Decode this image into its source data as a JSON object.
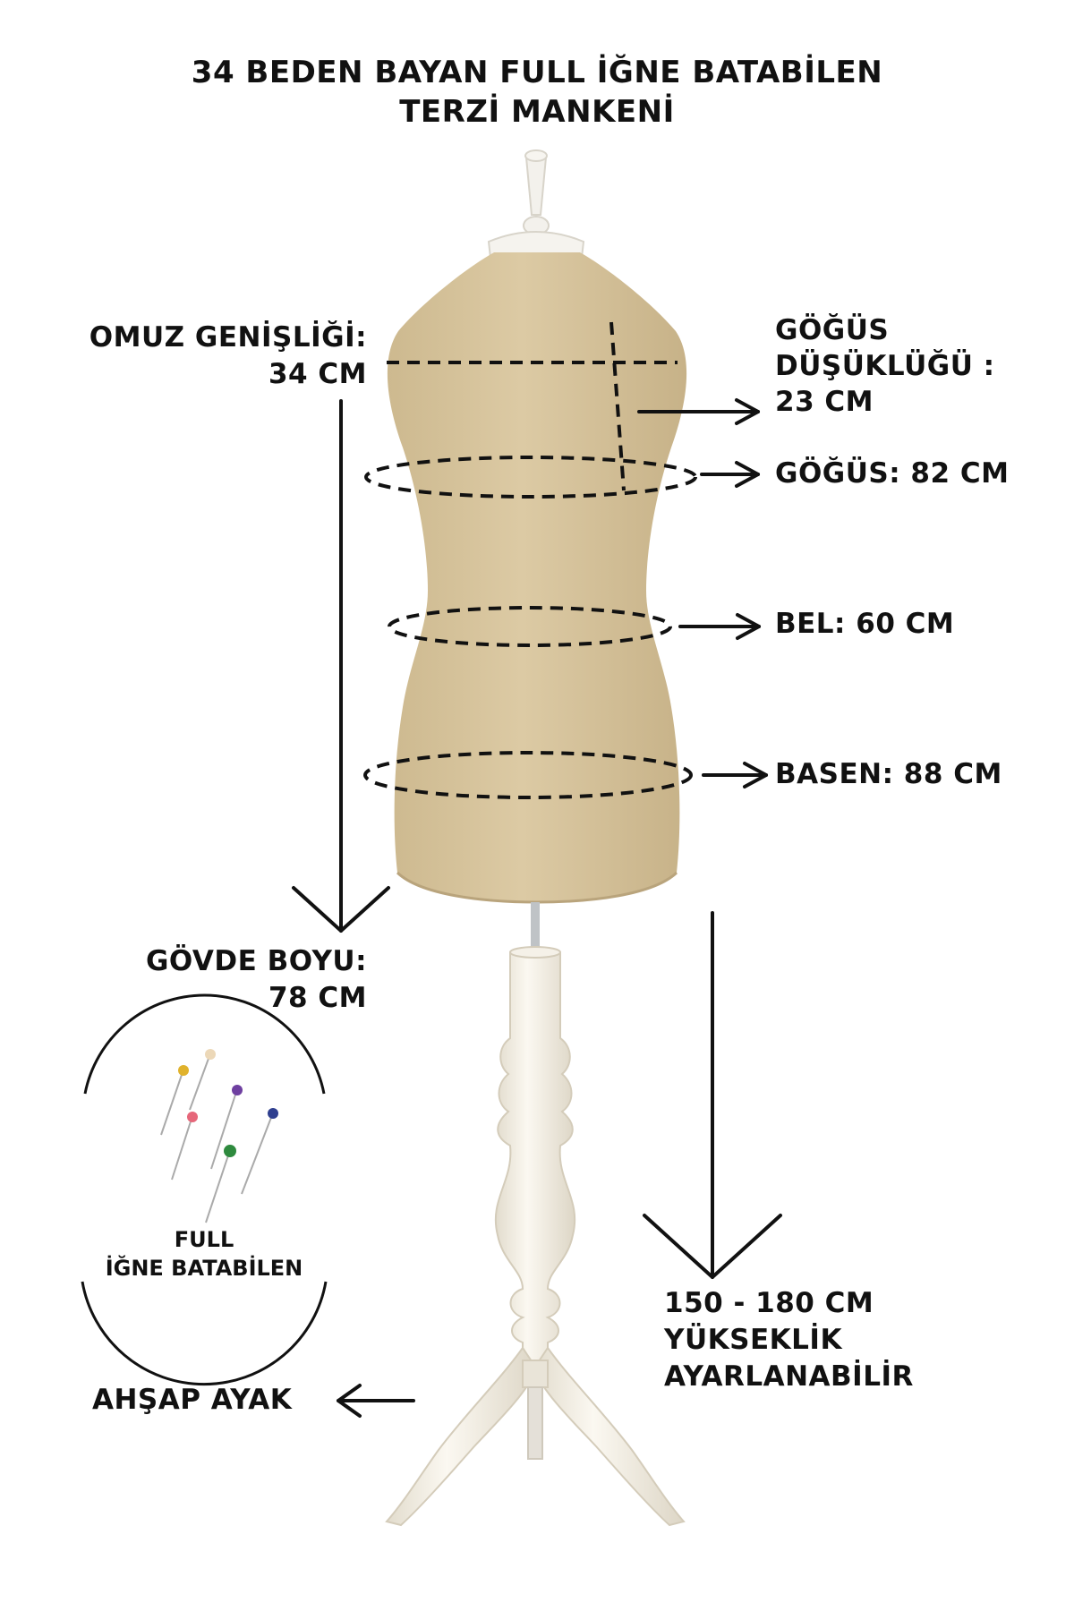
{
  "title": {
    "line1": "34 BEDEN BAYAN FULL İĞNE BATABİLEN",
    "line2": "TERZİ MANKENİ"
  },
  "labels": {
    "shoulder": {
      "name": "OMUZ GENİŞLİĞİ:",
      "value": "34 CM"
    },
    "bust_drop": {
      "line1": "GÖĞÜS",
      "line2": "DÜŞÜKLÜĞÜ :",
      "line3": "23 CM"
    },
    "bust": "GÖĞÜS: 82 CM",
    "waist": "BEL: 60 CM",
    "hip": "BASEN: 88 CM",
    "torso_length": {
      "name": "GÖVDE BOYU:",
      "value": "78 CM"
    },
    "height": {
      "line1": "150 - 180 CM",
      "line2": "YÜKSEKLİK",
      "line3": "AYARLANABİLİR"
    },
    "stand": "AHŞAP AYAK",
    "pins": {
      "line1": "FULL",
      "line2": "İĞNE BATABİLEN"
    }
  },
  "colors": {
    "fabric": "#d8c6a0",
    "fabric_shade": "#c9b68e",
    "stand": "#f3efe6",
    "stand_shade": "#ddd6c6",
    "ink": "#111111"
  },
  "icons": [
    "arrow-right-icon",
    "arrow-down-icon",
    "arrow-left-icon",
    "pin-icon"
  ]
}
